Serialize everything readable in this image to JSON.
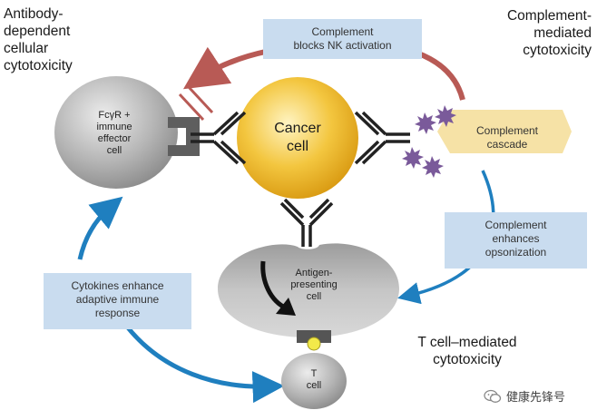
{
  "titles": {
    "adcc": "Antibody-\ndependent\ncellular\ncytotoxicity",
    "cdc": "Complement-\nmediated\ncytotoxicity",
    "tcell": "T cell–mediated\ncytotoxicity"
  },
  "boxes": {
    "blocks": "Complement\nblocks NK activation",
    "cascade": "Complement\ncascade",
    "opsonization": "Complement\nenhances\nopsonization",
    "cytokines": "Cytokines enhance\nadaptive immune\nresponse"
  },
  "cells": {
    "effector": "FcγR +\nimmune\neffector\ncell",
    "cancer": "Cancer\ncell",
    "apc": "Antigen-\npresenting\ncell",
    "t": "T\ncell"
  },
  "watermark": {
    "text": "健康先锋号",
    "icon": "wechat-icon"
  },
  "colors": {
    "red_arrow": "#b85a55",
    "blue_arrow": "#1f7fbf",
    "box_fill": "#c9dcef",
    "cascade_fill": "#f6e2a6",
    "cancer": "#f0bc2e",
    "gray_cell": "#a8a8a8",
    "complement": "#7a5a9a"
  }
}
